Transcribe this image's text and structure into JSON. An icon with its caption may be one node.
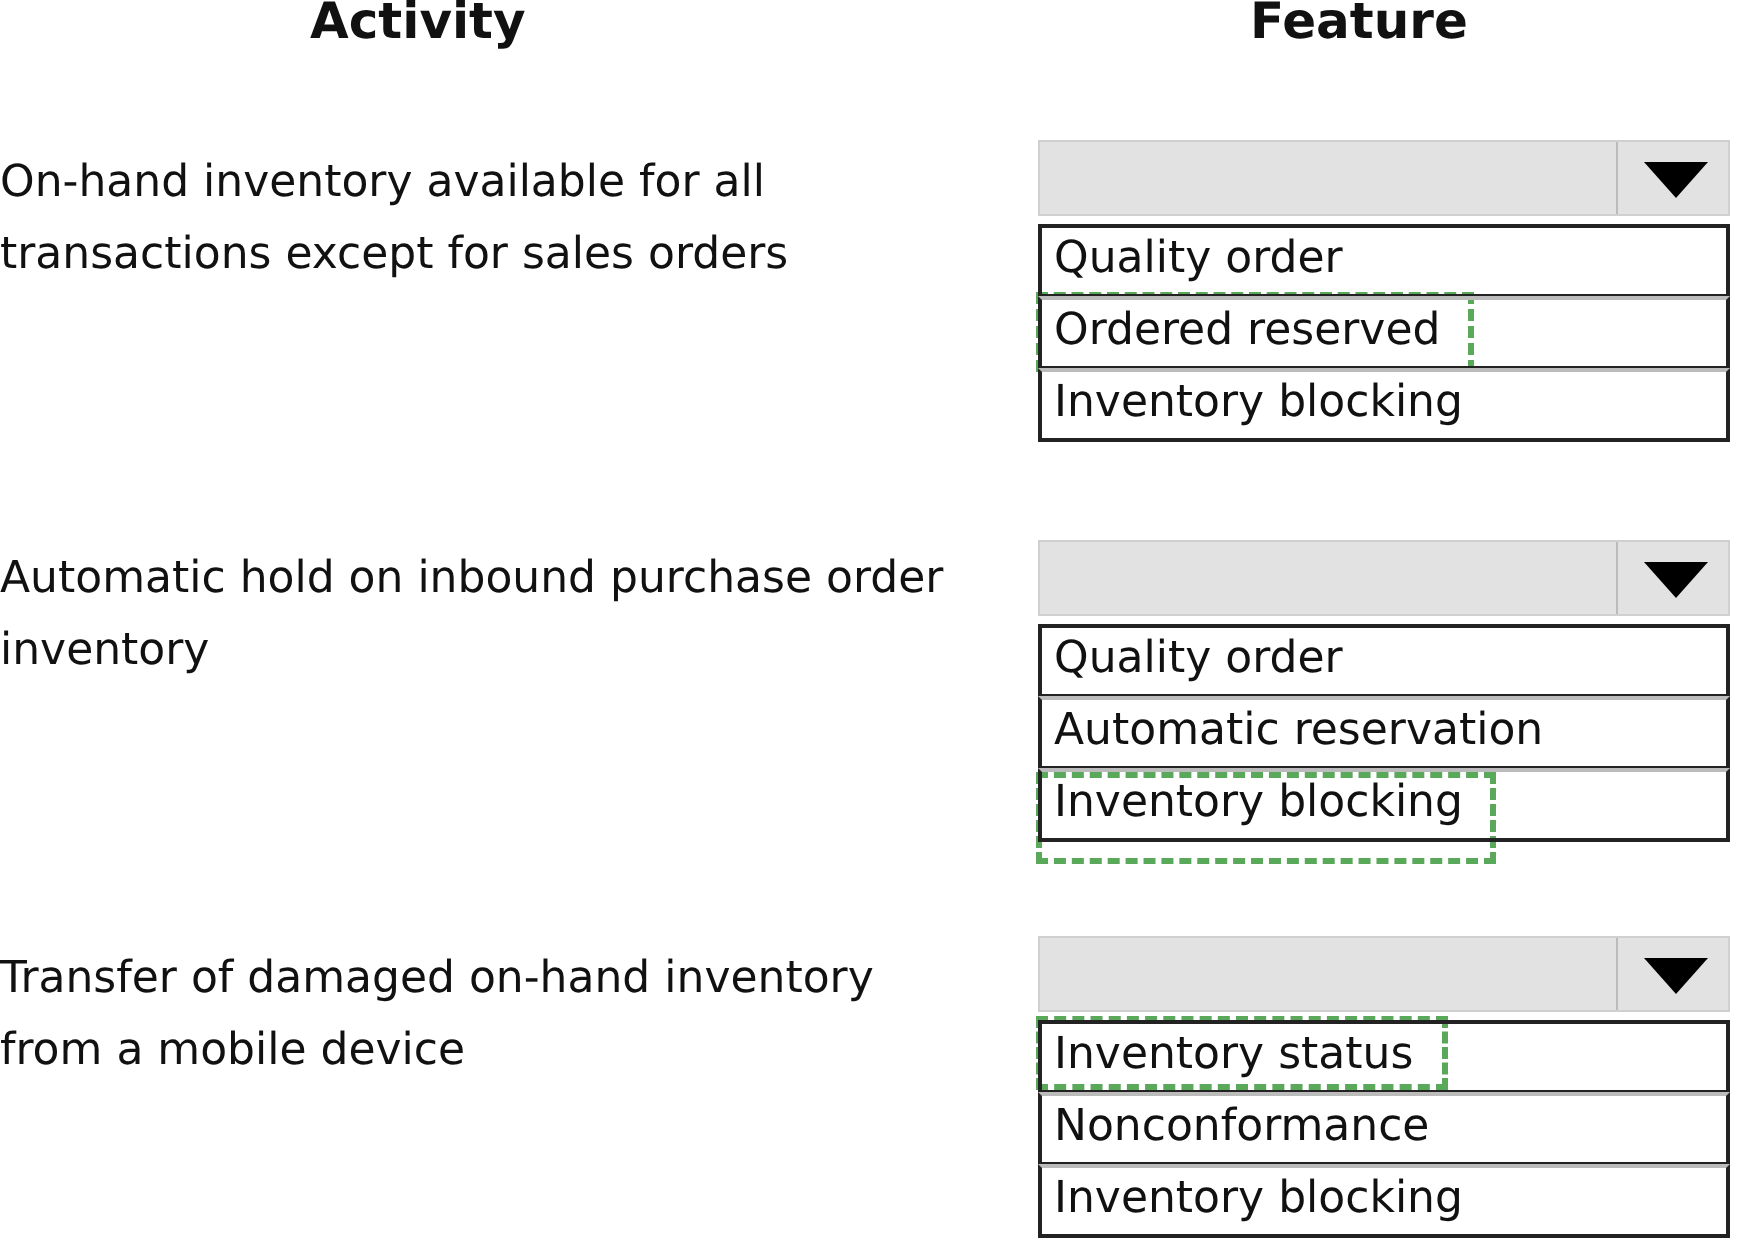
{
  "diagram": {
    "nodes": [
      {
        "text": [],
        "shape": "box"
      },
      {
        "text": [
          "Quality order"
        ]
      },
      {
        "text": [
          "Ordered reserved"
        ]
      },
      {
        "text": [
          "Inventory blocking"
        ]
      },
      {
        "text": [],
        "shape": "box"
      },
      {
        "text": [
          "Quality order"
        ]
      },
      {
        "text": [
          "Automatic reservation"
        ]
      },
      {
        "text": [
          "Inventory blocking"
        ]
      },
      {
        "text": [],
        "shape": "box"
      },
      {
        "text": [
          "Inventory status"
        ]
      },
      {
        "text": [
          "Nonconformance"
        ]
      },
      {
        "text": [
          "Inventory blocking"
        ]
      }
    ],
    "labels": [
      "Activity",
      "Feature",
      "On-hand inventory available for all transactions except for sales orders",
      "Automatic hold on inbound purchase order inventory",
      "Transfer of damaged on-hand inventory from a mobile device"
    ]
  }
}
